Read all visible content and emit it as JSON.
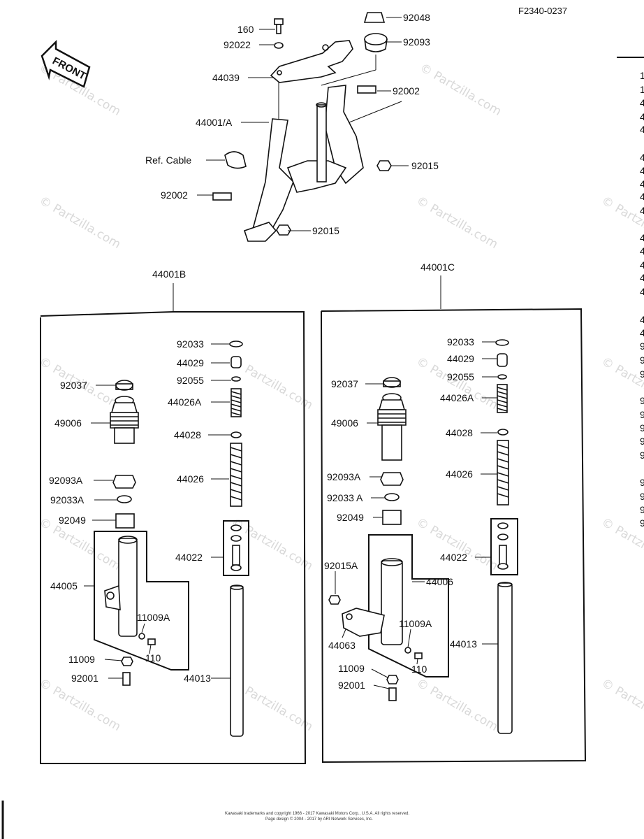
{
  "diagram_code": "F2340-0237",
  "front_label": "FRONT",
  "group_left": "44001B",
  "group_right": "44001C",
  "watermark": "© Partzilla.com",
  "footer_line1": "Kawasaki trademarks and copyright 1966 - 2017 Kawasaki Motors Corp., U.S.A. All rights reserved.",
  "footer_line2": "Page design © 2004 - 2017 by ARI Network Services, Inc.",
  "top_labels": {
    "p160": "160",
    "p92022": "92022",
    "p44039": "44039",
    "p44001A": "44001/A",
    "ref_cable": "Ref. Cable",
    "p92002_left": "92002",
    "p92015_bottom": "92015",
    "p92048": "92048",
    "p92093": "92093",
    "p92002_right": "92002",
    "p92015_right": "92015"
  },
  "left_labels": {
    "p92033": "92033",
    "p44029": "44029",
    "p92055": "92055",
    "p92037": "92037",
    "p44026A": "44026A",
    "p49006": "49006",
    "p44028": "44028",
    "p92093A": "92093A",
    "p44026": "44026",
    "p92033A": "92033A",
    "p92049": "92049",
    "p44022": "44022",
    "p44005": "44005",
    "p11009A": "11009A",
    "p110": "110",
    "p11009": "11009",
    "p92001": "92001",
    "p44013": "44013"
  },
  "right_labels": {
    "p92033": "92033",
    "p44029": "44029",
    "p92055": "92055",
    "p92037": "92037",
    "p44026A": "44026A",
    "p49006": "49006",
    "p44028": "44028",
    "p92093A": "92093A",
    "p44026": "44026",
    "p92033A": "92033 A",
    "p92049": "92049",
    "p44022": "44022",
    "p92015A": "92015A",
    "p44006": "44006",
    "p11009A": "11009A",
    "p44063": "44063",
    "p110": "110",
    "p11009": "11009",
    "p92001": "92001",
    "p44013": "44013"
  },
  "edge_chars": [
    "1",
    "1",
    "4",
    "4",
    "4",
    "4",
    "4",
    "4",
    "4",
    "4",
    "4",
    "4",
    "4",
    "4",
    "4",
    "4",
    "4",
    "9",
    "9",
    "9",
    "9",
    "9",
    "9",
    "9",
    "9",
    "9",
    "9",
    "9",
    "9"
  ]
}
